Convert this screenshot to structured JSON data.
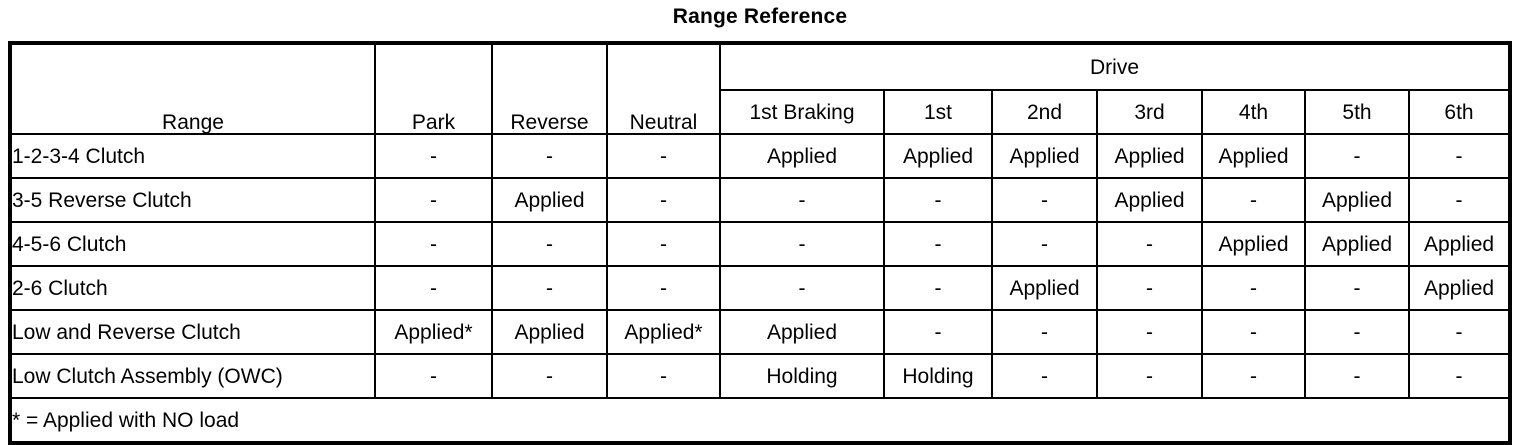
{
  "title": "Range Reference",
  "table": {
    "group_header": {
      "drive_label": "Drive"
    },
    "columns": [
      {
        "key": "range",
        "label": "Range"
      },
      {
        "key": "park",
        "label": "Park"
      },
      {
        "key": "reverse",
        "label": "Reverse"
      },
      {
        "key": "neutral",
        "label": "Neutral"
      },
      {
        "key": "braking",
        "label": "1st Braking"
      },
      {
        "key": "g1",
        "label": "1st"
      },
      {
        "key": "g2",
        "label": "2nd"
      },
      {
        "key": "g3",
        "label": "3rd"
      },
      {
        "key": "g4",
        "label": "4th"
      },
      {
        "key": "g5",
        "label": "5th"
      },
      {
        "key": "g6",
        "label": "6th"
      }
    ],
    "rows": [
      {
        "label": "1-2-3-4 Clutch",
        "cells": [
          "-",
          "-",
          "-",
          "Applied",
          "Applied",
          "Applied",
          "Applied",
          "Applied",
          "-",
          "-"
        ]
      },
      {
        "label": "3-5 Reverse Clutch",
        "cells": [
          "-",
          "Applied",
          "-",
          "-",
          "-",
          "-",
          "Applied",
          "-",
          "Applied",
          "-"
        ]
      },
      {
        "label": "4-5-6 Clutch",
        "cells": [
          "-",
          "-",
          "-",
          "-",
          "-",
          "-",
          "-",
          "Applied",
          "Applied",
          "Applied"
        ]
      },
      {
        "label": "2-6 Clutch",
        "cells": [
          "-",
          "-",
          "-",
          "-",
          "-",
          "Applied",
          "-",
          "-",
          "-",
          "Applied"
        ]
      },
      {
        "label": "Low and Reverse Clutch",
        "cells": [
          "Applied*",
          "Applied",
          "Applied*",
          "Applied",
          "-",
          "-",
          "-",
          "-",
          "-",
          "-"
        ]
      },
      {
        "label": "Low Clutch Assembly (OWC)",
        "cells": [
          "-",
          "-",
          "-",
          "Holding",
          "Holding",
          "-",
          "-",
          "-",
          "-",
          "-"
        ]
      }
    ],
    "footnote": "* = Applied with NO load"
  }
}
